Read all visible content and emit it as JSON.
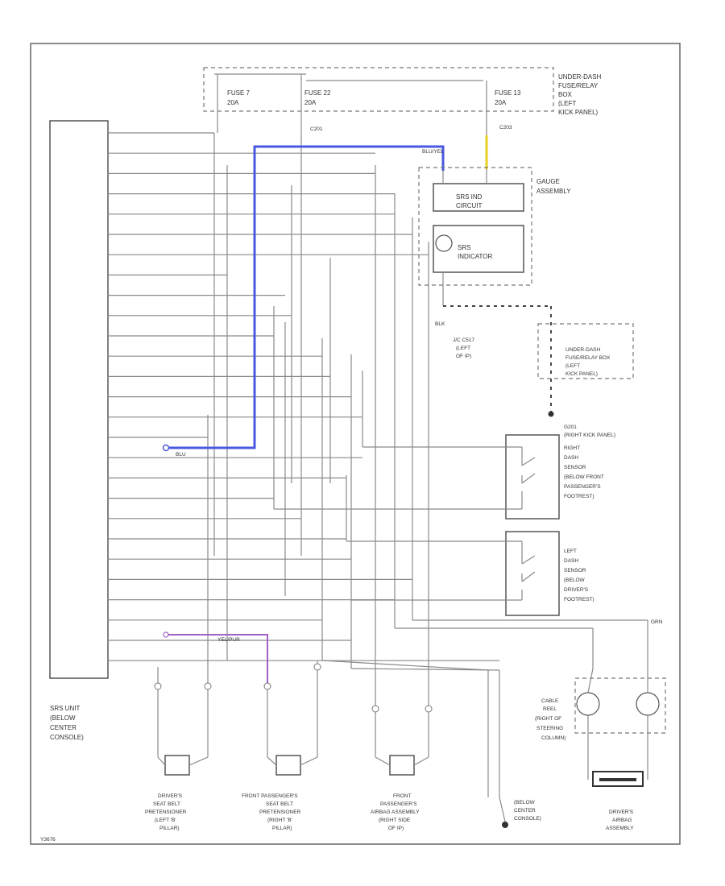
{
  "fuse_box": {
    "fuse1": "FUSE 7",
    "fuse1_amp": "20A",
    "fuse2": "FUSE 22",
    "fuse2_amp": "20A",
    "fuse3": "FUSE 13",
    "fuse3_amp": "20A",
    "label": [
      "UNDER-DASH",
      "FUSE/RELAY",
      "BOX",
      "(LEFT",
      "KICK PANEL)"
    ]
  },
  "gauge": {
    "label": [
      "GAUGE",
      "ASSEMBLY"
    ],
    "circuit": [
      "SRS IND",
      "CIRCUIT"
    ],
    "indicator": [
      "SRS",
      "INDICATOR"
    ]
  },
  "ground_box": {
    "label": [
      "UNDER-DASH",
      "FUSE/RELAY BOX",
      "(LEFT",
      "KICK PANEL)"
    ]
  },
  "right_sensor": {
    "label": [
      "G201",
      "(RIGHT KICK PANEL)",
      "RIGHT",
      "DASH",
      "SENSOR",
      "(BELOW FRONT",
      "PASSENGER'S",
      "FOOTREST)"
    ]
  },
  "left_sensor": {
    "label": [
      "LEFT",
      "DASH",
      "SENSOR",
      "(BELOW",
      "DRIVER'S",
      "FOOTREST)"
    ]
  },
  "srs_unit": {
    "label": [
      "SRS UNIT",
      "(BELOW",
      "CENTER",
      "CONSOLE)"
    ]
  },
  "bottom": {
    "driver_pretensioner": [
      "DRIVER'S",
      "SEAT BELT",
      "PRETENSIONER",
      "(LEFT 'B'",
      "PILLAR)"
    ],
    "passenger_pretensioner": [
      "FRONT PASSENGER'S",
      "SEAT BELT",
      "PRETENSIONER",
      "(RIGHT 'B'",
      "PILLAR)"
    ],
    "passenger_airbag": [
      "FRONT",
      "PASSENGER'S",
      "AIRBAG ASSEMBLY",
      "(RIGHT SIDE",
      "OF IP)"
    ],
    "center_ground": [
      "(BELOW",
      "CENTER",
      "CONSOLE)"
    ],
    "driver_airbag": [
      "DRIVER'S",
      "AIRBAG",
      "ASSEMBLY"
    ],
    "cable_reel": [
      "CABLE",
      "REEL",
      "(RIGHT OF",
      "STEERING",
      "COLUMN)"
    ],
    "code": "Y3676"
  },
  "misc": {
    "c203": "C203",
    "c201": "C201",
    "jc": [
      "J/C C517",
      "(LEFT",
      "OF IP)"
    ],
    "blk": "BLK",
    "blu_yel": "BLU/YEL",
    "blu": "BLU",
    "yel_pur": "YEL/PUR",
    "grn": "GRN"
  }
}
